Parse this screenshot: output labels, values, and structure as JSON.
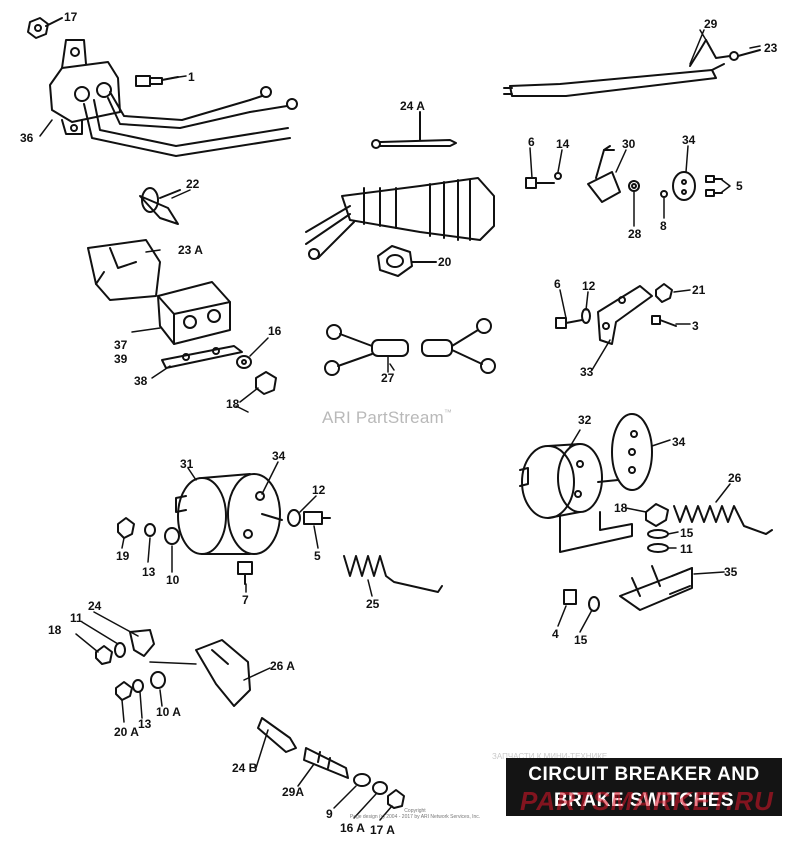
{
  "watermark": {
    "text": "ARI PartStream",
    "trademark": "™"
  },
  "title": {
    "line1": "CIRCUIT BREAKER AND",
    "line2": "BRAKE SWITCHES"
  },
  "overlay": {
    "top_text": "ЗАПЧАСТИ К МИНИ-ТЕХНИКЕ",
    "brand": "PARTSMARKET.RU"
  },
  "copyright": {
    "line1": "Copyright",
    "line2": "Page design (c) 2004 - 2017 by ARI Network Services, Inc."
  },
  "labels": {
    "l17_top": "17",
    "l1": "1",
    "l36": "36",
    "l29": "29",
    "l23": "23",
    "l24A": "24 A",
    "l6a": "6",
    "l14": "14",
    "l30": "30",
    "l34a": "34",
    "l5a": "5",
    "l28": "28",
    "l8": "8",
    "l22": "22",
    "l23A": "23 A",
    "l20": "20",
    "l37": "37",
    "l39": "39",
    "l38": "38",
    "l16a": "16",
    "l18a": "18",
    "l27": "27",
    "l6b": "6",
    "l12a": "12",
    "l21": "21",
    "l3": "3",
    "l33": "33",
    "l32": "32",
    "l34b": "34",
    "l26": "26",
    "l18b": "18",
    "l15a": "15",
    "l11a": "11",
    "l35": "35",
    "l4": "4",
    "l15b": "15",
    "l31": "31",
    "l34c": "34",
    "l12b": "12",
    "l5b": "5",
    "l19": "19",
    "l13a": "13",
    "l10": "10",
    "l7": "7",
    "l25": "25",
    "l24": "24",
    "l11b": "11",
    "l18c": "18",
    "l26A": "26 A",
    "l20A": "20 A",
    "l13b": "13",
    "l10A": "10 A",
    "l24B": "24 B",
    "l29A": "29A",
    "l9": "9",
    "l16A": "16 A",
    "l17A": "17 A"
  },
  "colors": {
    "ink": "#111111",
    "title_bg": "#141414",
    "title_fg": "#ffffff",
    "watermark": "#b9b9b9"
  }
}
